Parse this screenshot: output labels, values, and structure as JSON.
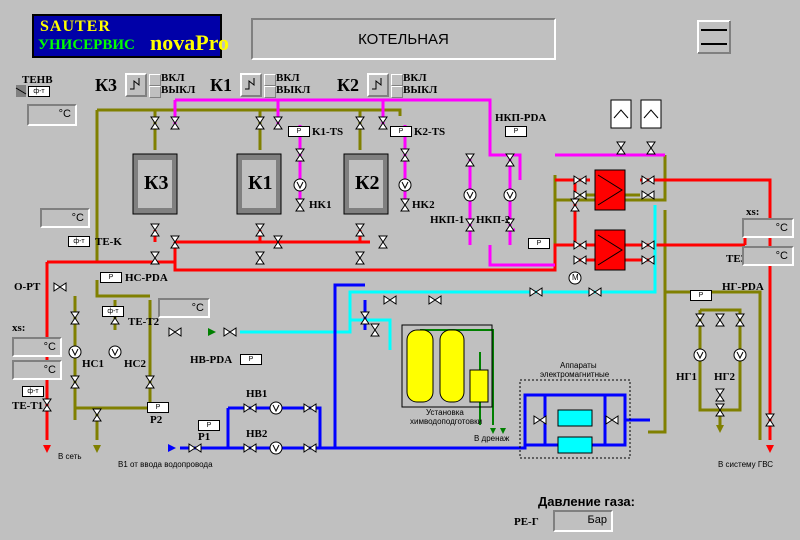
{
  "header": {
    "logo_line1": "SAUTER",
    "logo_line2": "УНИСЕРВИС",
    "logo_line3": "novaPro",
    "title": "КОТЕЛЬНАЯ"
  },
  "controls": [
    {
      "name": "К3",
      "on": "ВКЛ",
      "off": "ВЫКЛ"
    },
    {
      "name": "К1",
      "on": "ВКЛ",
      "off": "ВЫКЛ"
    },
    {
      "name": "К2",
      "on": "ВКЛ",
      "off": "ВЫКЛ"
    }
  ],
  "boilers": [
    "К3",
    "К1",
    "К2"
  ],
  "sensor_labels": {
    "tenv": "ТЕНВ",
    "te_k": "TE-K",
    "o_rt": "O-PT",
    "hs_pda": "HC-PDA",
    "te_t2": "TE-T2",
    "xs_left": "xs:",
    "te_t1": "TE-T1",
    "k1_ts": "K1-TS",
    "k2_ts": "K2-TS",
    "nkp_pda": "НКП-PDA",
    "hb_pda": "HB-PDA",
    "ng_pda": "HГ-PDA",
    "te3": "TE3",
    "xs_right": "xs:",
    "p2": "P2",
    "p1": "P1",
    "re_g": "PE-Г"
  },
  "pump_labels": {
    "nk1": "HK1",
    "nk2": "HK2",
    "nkp1": "НКП-1",
    "nkp2": "НКП-2",
    "hc1": "HC1",
    "hc2": "HC2",
    "hb1": "HB1",
    "hb2": "HB2",
    "ng1": "HГ1",
    "ng2": "HГ2"
  },
  "units": {
    "celsius": "°C",
    "bar": "Бар"
  },
  "captions": {
    "to_net": "В сеть",
    "water_input": "B1 от ввода водопровода",
    "water_treatment_1": "Установка",
    "water_treatment_2": "химводоподготовки",
    "drainage": "В дренаж",
    "electromagnetic_1": "Аппараты",
    "electromagnetic_2": "электромагнитные",
    "to_gvs": "В систему ГВС",
    "gas_pressure": "Давление газа:",
    "motor": "M"
  },
  "colors": {
    "pipe_red": "#ff0000",
    "pipe_olive": "#808000",
    "pipe_magenta": "#ff00ff",
    "pipe_blue": "#0000ff",
    "pipe_cyan": "#00ffff",
    "pipe_green": "#008000",
    "tank_yellow": "#ffff00",
    "he_red": "#ff0000",
    "boiler_grey": "#808080"
  }
}
